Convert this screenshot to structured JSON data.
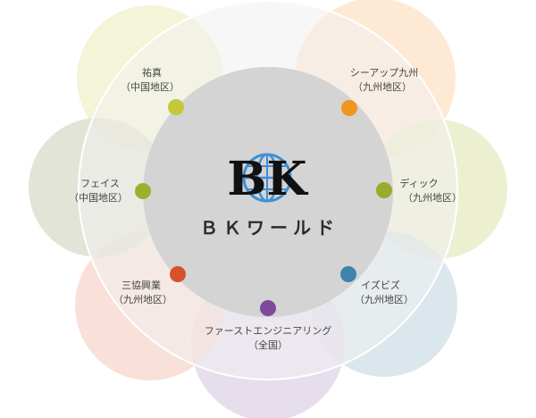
{
  "center": {
    "logo_text": "BK",
    "name": "ＢＫワールド"
  },
  "companies": [
    {
      "name": "祐真",
      "region": "（中国地区）",
      "color": "#c4c83a",
      "petal": "#eef0c8"
    },
    {
      "name": "シーアップ九州",
      "region": "（九州地区）",
      "color": "#f0961e",
      "petal": "#fde0c2"
    },
    {
      "name": "ディック",
      "region": "（九州地区）",
      "color": "#9aab2c",
      "petal": "#e6e9bc"
    },
    {
      "name": "イズビズ",
      "region": "（九州地区）",
      "color": "#3f83a8",
      "petal": "#cddbe6"
    },
    {
      "name": "ファーストエンジニアリング",
      "region": "（全国）",
      "color": "#7d4b99",
      "petal": "#ddd0e6"
    },
    {
      "name": "三協興業",
      "region": "（九州地区）",
      "color": "#d8512e",
      "petal": "#f6d3c8"
    },
    {
      "name": "フェイス",
      "region": "（中国地区）",
      "color": "#9fae2d",
      "petal": "#d7d8c8"
    }
  ],
  "colors": {
    "outer_ring": "#f0f0f0",
    "center_disc": "#d4d4d4",
    "globe": "#3f8fd4"
  }
}
